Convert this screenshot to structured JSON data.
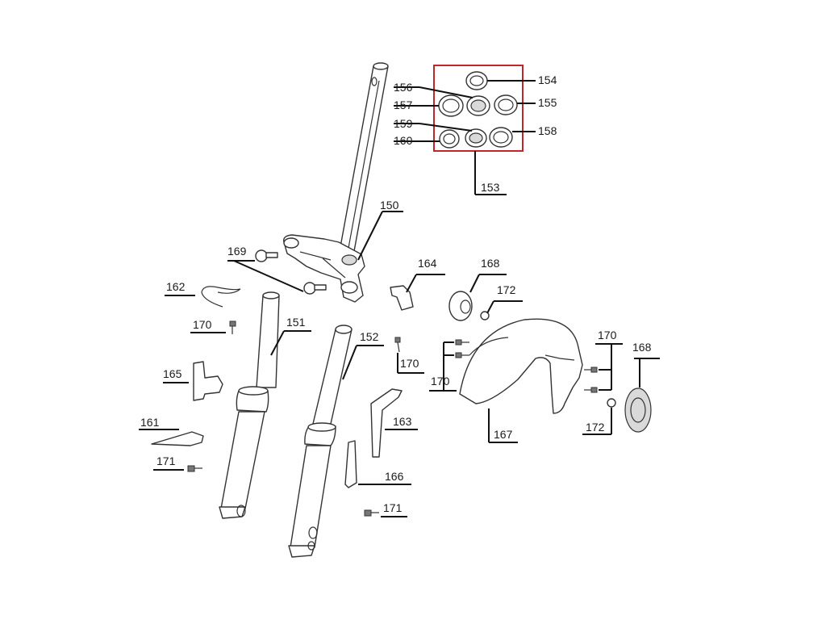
{
  "diagram": {
    "labels": {
      "p150": "150",
      "p151": "151",
      "p152": "152",
      "p153": "153",
      "p154": "154",
      "p155": "155",
      "p156": "156",
      "p157": "157",
      "p158": "158",
      "p159": "159",
      "p160": "160",
      "p161": "161",
      "p162": "162",
      "p163": "163",
      "p164": "164",
      "p165": "165",
      "p166": "166",
      "p167": "167",
      "p168a": "168",
      "p168b": "168",
      "p169": "169",
      "p170a": "170",
      "p170b": "170",
      "p170c": "170",
      "p170d": "170",
      "p171a": "171",
      "p171b": "171",
      "p172a": "172",
      "p172b": "172"
    },
    "colors": {
      "highlight_box": "#c0262c",
      "line_art": "#333333",
      "background": "#ffffff"
    }
  }
}
